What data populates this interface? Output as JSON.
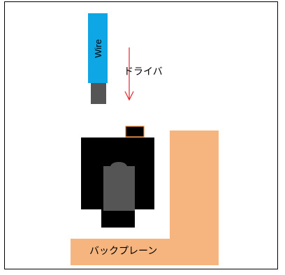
{
  "diagram": {
    "wire_label": "Wire",
    "driver_label": "ドライバ",
    "backplane_label": "バックプレーン"
  },
  "colors": {
    "wire": "#0fa6e6",
    "wire_tip": "#555555",
    "arrow": "#e8232a",
    "backplane": "#f6b57f",
    "component": "#000000",
    "component_inner": "#555555",
    "small_part_fill": "#000000",
    "small_part_border": "#e8832a"
  }
}
